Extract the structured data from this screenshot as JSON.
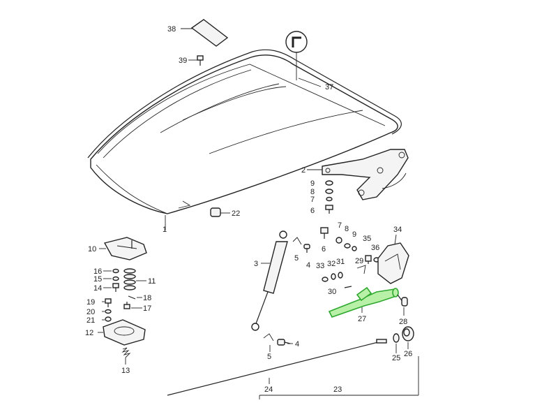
{
  "colors": {
    "ink": "#222222",
    "highlight_fill": "#b9f0a8",
    "highlight_stroke": "#2ea82e"
  },
  "highlighted_part": "27",
  "labels": {
    "p1": "1",
    "p2": "2",
    "p3": "3",
    "p4a": "4",
    "p4b": "4",
    "p5a": "5",
    "p5b": "5",
    "p6a": "6",
    "p6b": "6",
    "p7a": "7",
    "p7b": "7",
    "p8a": "8",
    "p8b": "8",
    "p9a": "9",
    "p9b": "9",
    "p10": "10",
    "p11": "11",
    "p12": "12",
    "p13": "13",
    "p14": "14",
    "p15": "15",
    "p16": "16",
    "p17": "17",
    "p18": "18",
    "p19": "19",
    "p20": "20",
    "p21": "21",
    "p22": "22",
    "p23": "23",
    "p24": "24",
    "p25": "25",
    "p26": "26",
    "p27": "27",
    "p28": "28",
    "p29": "29",
    "p30": "30",
    "p31": "31",
    "p32": "32",
    "p33": "33",
    "p34": "34",
    "p35": "35",
    "p36": "36",
    "p37": "37",
    "p38": "38",
    "p39": "39"
  },
  "front_indicator_icon": "front-arrow-icon"
}
